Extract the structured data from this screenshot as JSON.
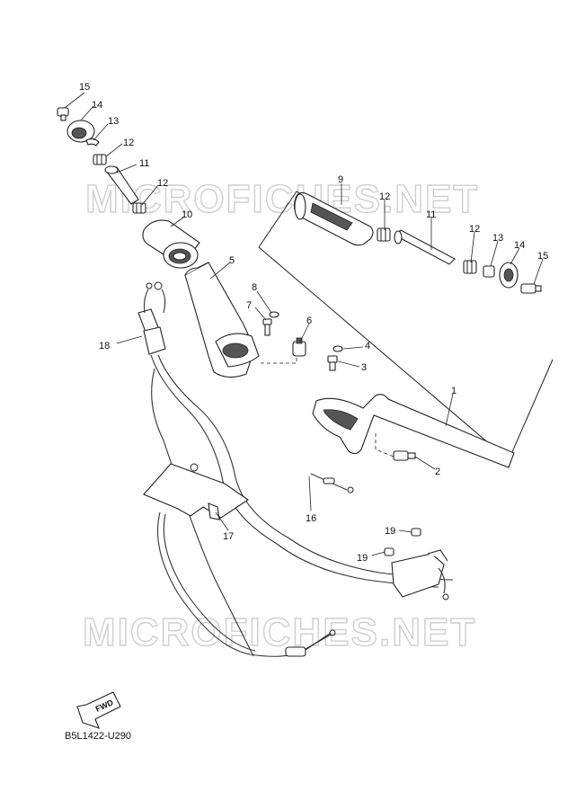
{
  "diagram": {
    "code": "B5L1422-U290",
    "watermark": "MICROFICHES.NET",
    "fwd_label": "FWD",
    "callouts": {
      "c1": "1",
      "c2": "2",
      "c3": "3",
      "c4": "4",
      "c5": "5",
      "c6": "6",
      "c7": "7",
      "c8": "8",
      "c9": "9",
      "c10": "10",
      "c11a": "11",
      "c11b": "11",
      "c12a": "12",
      "c12b": "12",
      "c12c": "12",
      "c12d": "12",
      "c13a": "13",
      "c13b": "13",
      "c14a": "14",
      "c14b": "14",
      "c15a": "15",
      "c15b": "15",
      "c16": "16",
      "c17": "17",
      "c18": "18",
      "c19a": "19",
      "c19b": "19"
    }
  }
}
